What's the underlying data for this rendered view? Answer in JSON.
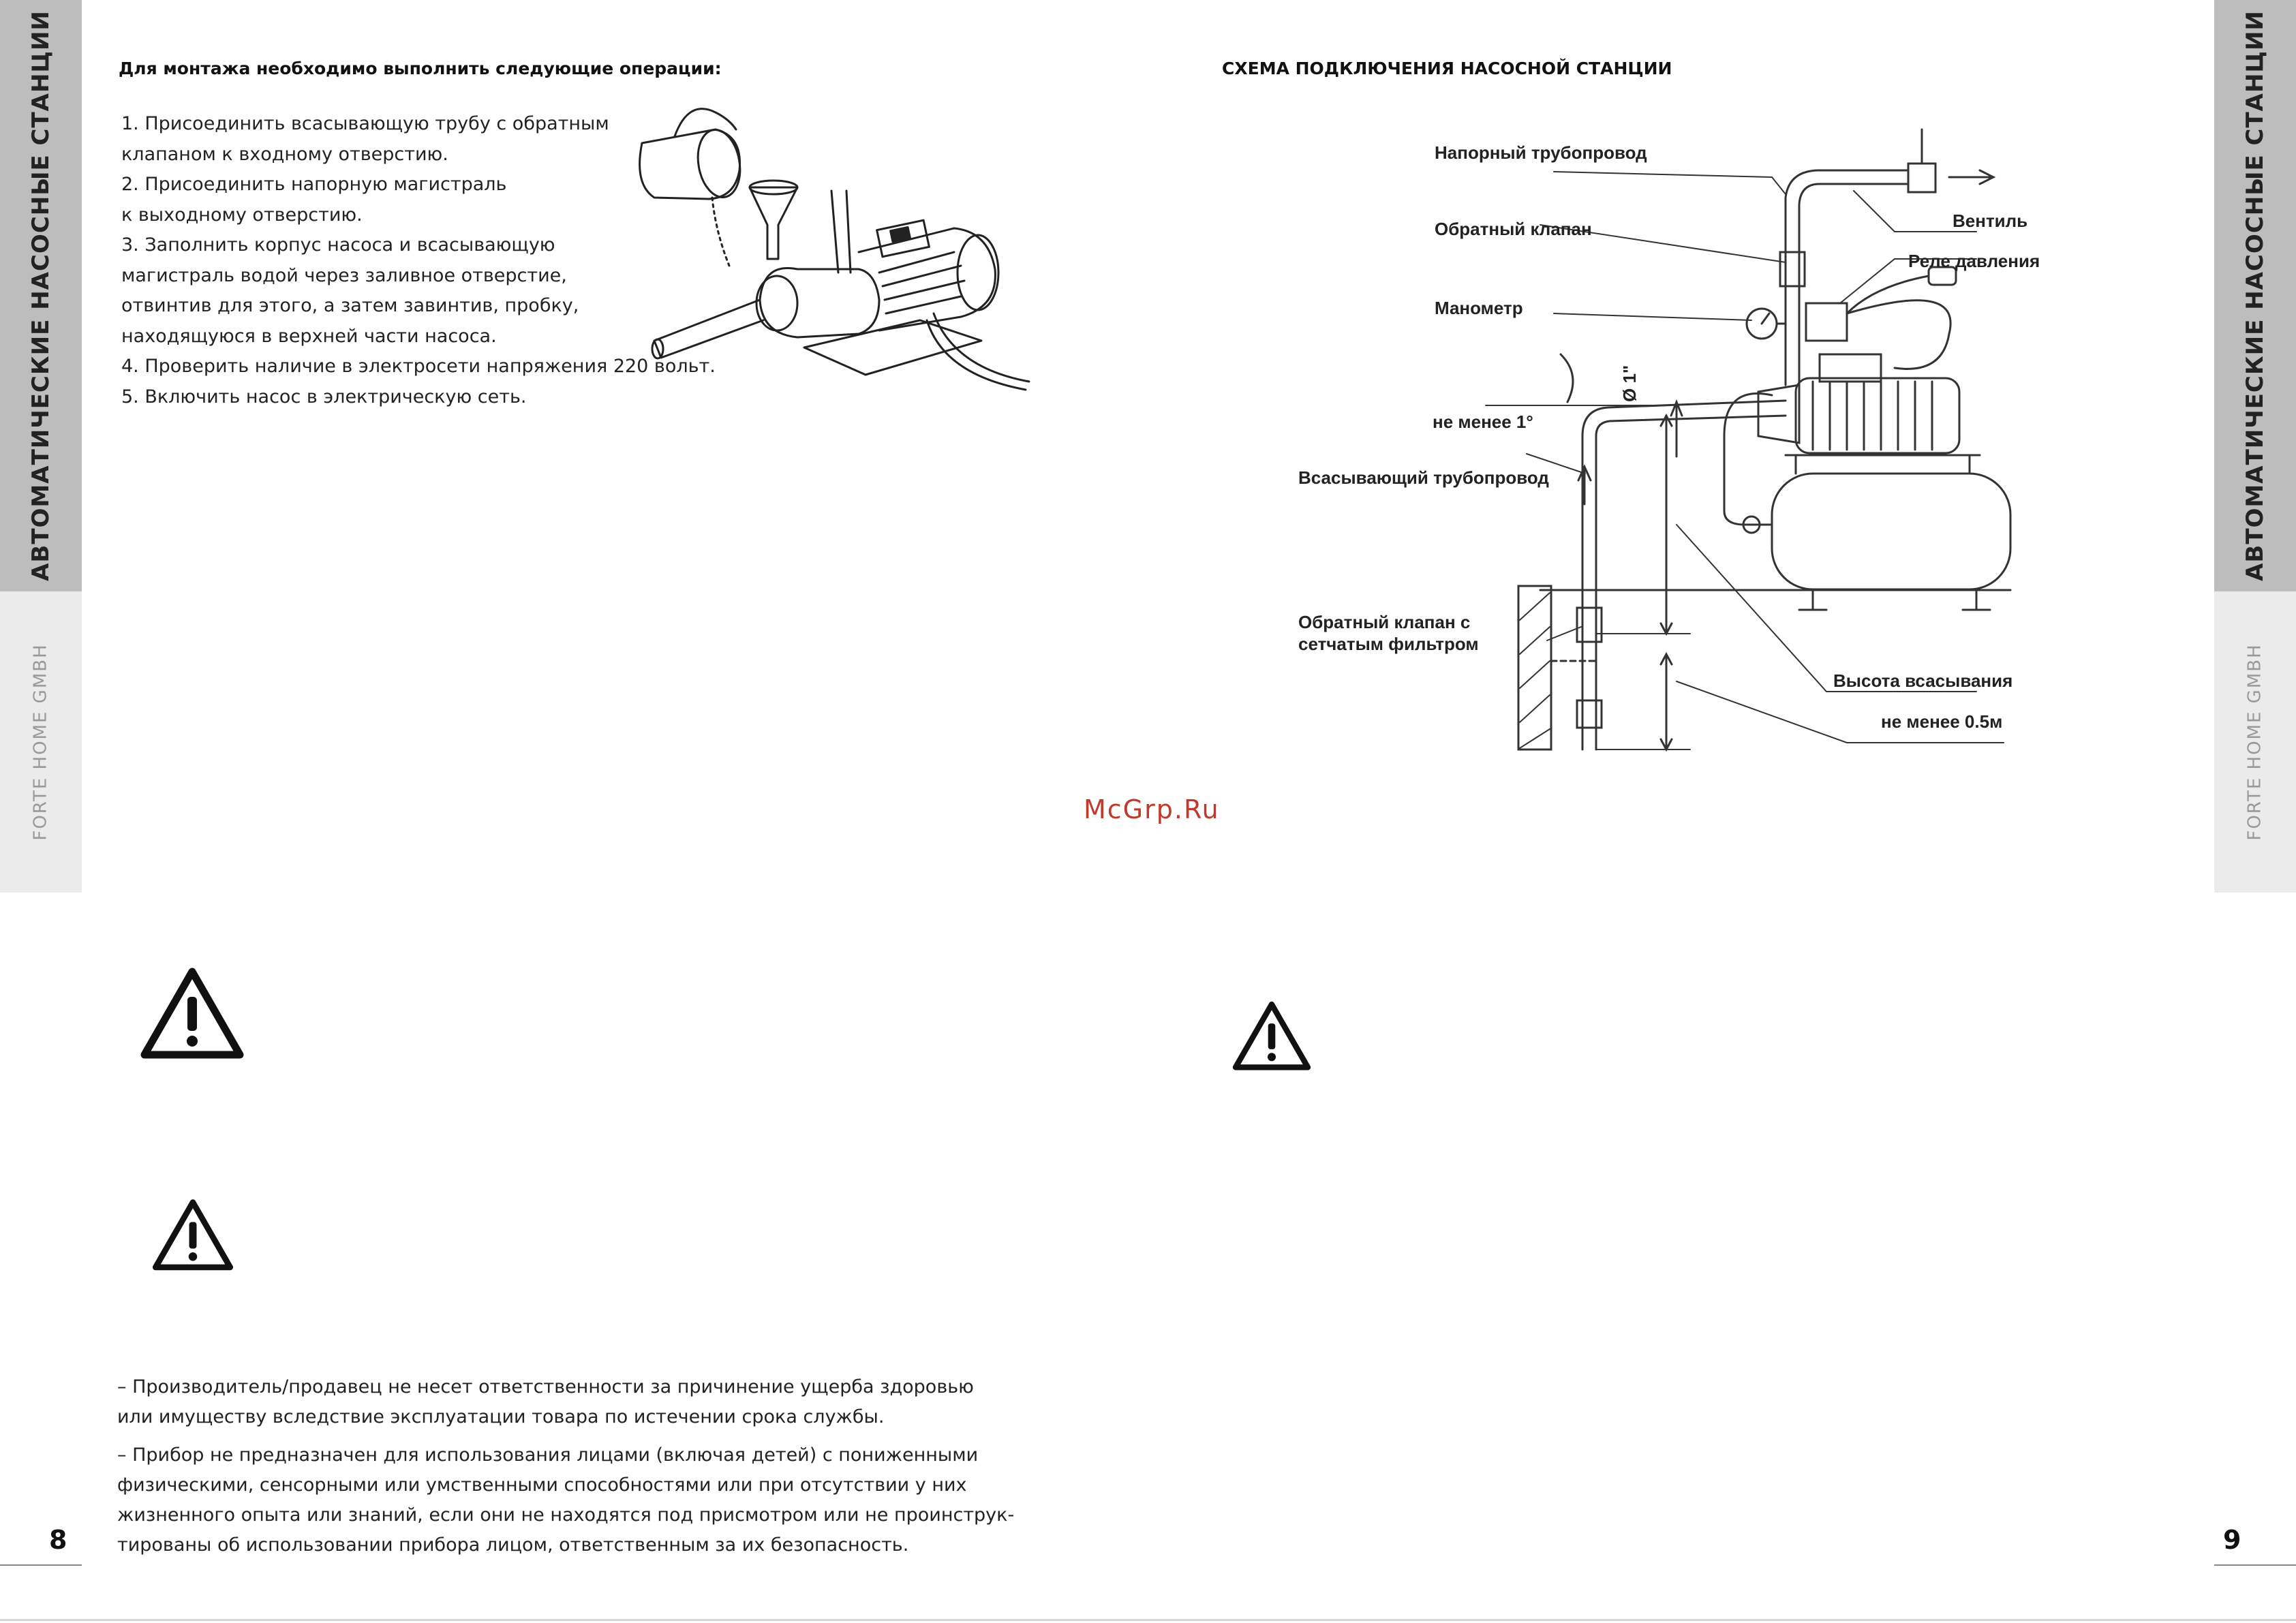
{
  "sidebar": {
    "title": "АВТОМАТИЧЕСКИЕ НАСОСНЫЕ СТАНЦИИ",
    "brand": "FORTE HOME GMBH"
  },
  "left_page": {
    "number": "8",
    "heading": "Для монтажа необходимо выполнить следующие операции:",
    "steps": [
      "1. Присоединить всасывающую трубу с обратным",
      "клапаном к входному отверстию.",
      "2. Присоединить напорную магистраль",
      "к выходному отверстию.",
      "3. Заполнить корпус насоса и всасывающую",
      "магистраль водой через заливное отверстие,",
      "отвинтив для этого, а затем завинтив, пробку,",
      "находящуюся в верхней части насоса.",
      "4. Проверить наличие в электросети напряжения 220 вольт.",
      "5. Включить насос в электрическую сеть."
    ],
    "notes": [
      [
        "– Производитель/продавец не несет ответственности за причинение ущерба здоровью",
        "или имуществу вследствие эксплуатации товара по истечении срока службы."
      ],
      [
        "– Прибор не предназначен для использования лицами (включая детей) с пониженными",
        "физическими, сенсорными или умственными способностями или при отсутствии у них",
        "жизненного опыта или знаний, если они не находятся под присмотром или не проинструк-",
        "тированы об использовании прибора лицом, ответственным за их безопасность."
      ]
    ]
  },
  "right_page": {
    "number": "9",
    "heading": "СХЕМА ПОДКЛЮЧЕНИЯ НАСОСНОЙ СТАНЦИИ",
    "diagram_labels": {
      "pressure_pipe": "Напорный трубопровод",
      "check_valve": "Обратный клапан",
      "valve": "Вентиль",
      "pressure_relay": "Реле давления",
      "manometer": "Манометр",
      "min_angle": "не менее 1°",
      "diameter": "Ø 1\"",
      "suction_pipe": "Всасывающий трубопровод",
      "check_valve_filter_1": "Обратный клапан с",
      "check_valve_filter_2": "сетчатым фильтром",
      "suction_height": "Высота всасывания",
      "min_depth": "не менее 0.5м"
    }
  },
  "watermark": "McGrp.Ru",
  "icons": {
    "warning": "warning-triangle-icon",
    "pump": "pump-filling-illustration"
  }
}
